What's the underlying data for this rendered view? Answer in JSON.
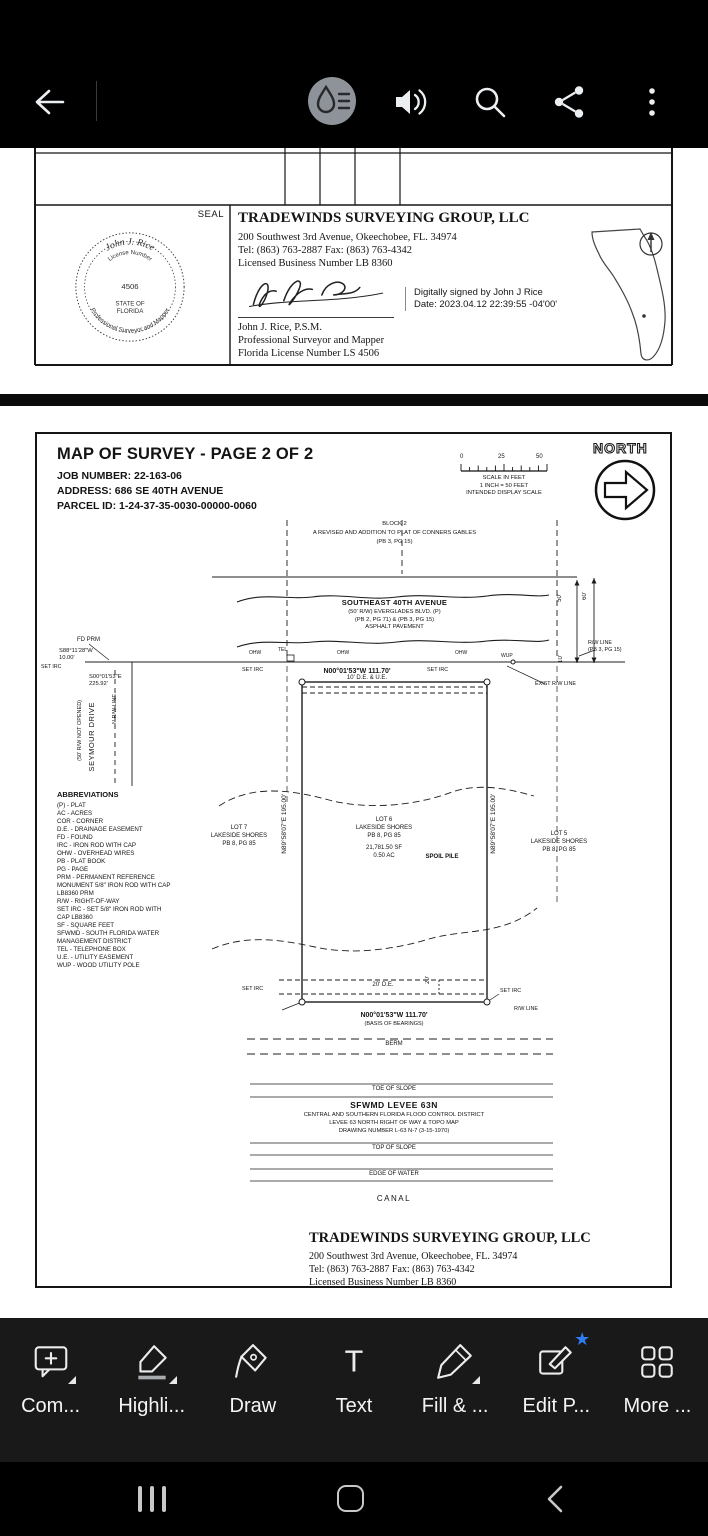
{
  "icons": {
    "back": "arrow-left",
    "liquid_mode": "droplet-with-lines",
    "read_aloud": "speaker-waves",
    "search": "magnifier",
    "share": "share-nodes",
    "overflow": "kebab-dots",
    "recents": "three-bars",
    "home": "rounded-square",
    "nav_back": "chevron-left"
  },
  "page1": {
    "seal_label": "SEAL",
    "seal": {
      "name": "John J. Rice",
      "license_label": "License Number",
      "license_number": "4506",
      "state_1": "STATE OF",
      "state_2": "FLORIDA",
      "ring_bottom": "Professional Surveyor and Mapper"
    },
    "firm": {
      "name": "TRADEWINDS SURVEYING GROUP, LLC",
      "address": "200 Southwest 3rd Avenue, Okeechobee, FL. 34974",
      "phone": "Tel: (863) 763-2887 Fax: (863) 763-4342",
      "license": "Licensed Business Number LB 8360"
    },
    "digital_signature": "Digitally signed by John J Rice\nDate: 2023.04.12 22:39:55 -04'00'",
    "signer": {
      "name": "John J. Rice, P.S.M.",
      "title": "Professional Surveyor and Mapper",
      "license": "Florida License Number LS 4506"
    }
  },
  "page2": {
    "title": "MAP OF SURVEY - PAGE 2 OF 2",
    "job_number": "JOB NUMBER: 22-163-06",
    "address": "ADDRESS: 686 SE 40TH AVENUE",
    "parcel_id": "PARCEL ID: 1-24-37-35-0030-00000-0060",
    "north_label": "NORTH",
    "scale_bar": {
      "tick_0": "0",
      "tick_25": "25",
      "tick_50": "50",
      "caption": "SCALE IN FEET\n1 INCH = 50 FEET\nINTENDED DISPLAY SCALE"
    },
    "map": {
      "block2": "BLOCK 2\nA REVISED AND ADDITION TO PLAT OF CONNERS GABLES\n(PB 3, PG 15)",
      "avenue_title": "SOUTHEAST 40TH AVENUE",
      "avenue_sub": "(50' R/W) EVERGLADES BLVD. (P)\n(PB 2, PG 71) & (PB 3, PG 15)\nASPHALT PAVEMENT",
      "fd_prm": "FD PRM",
      "bearing_west": "S88°11'28\"W\n10.00'",
      "bearing_south": "S00°01'53\"E\n225.92'",
      "set_irc": "SET IRC",
      "ohw": "OHW",
      "tel": "TEL",
      "wup": "WUP",
      "top_bearing": "N00°01'53\"W 111.70'",
      "de_ue": "10' D.E. & U.E.",
      "dim_50": "50'",
      "dim_60": "60'",
      "dim_10": "10'",
      "rw_line_pb": "R/W LINE\n(PB 3, PG 15)",
      "exist_rw": "EXIST R/W LINE",
      "seymour": "SEYMOUR DRIVE",
      "seymour_sub": "(50' R/W NOT OPENED)",
      "n_rw_line": "N R/W LINE",
      "abbrev_title": "ABBREVIATIONS",
      "abbreviations": "(P) - PLAT\nAC - ACRES\nCOR - CORNER\nD.E. - DRAINAGE EASEMENT\nFD - FOUND\nIRC - IRON ROD WITH CAP\nOHW - OVERHEAD WIRES\nPB - PLAT BOOK\nPG - PAGE\nPRM - PERMANENT REFERENCE\nMONUMENT 5/8\" IRON ROD WITH CAP\nLB8360 PRM\nR/W - RIGHT-OF-WAY\nSET IRC - SET 5/8\" IRON ROD WITH\nCAP LB8360\nSF - SQUARE FEET\nSFWMD - SOUTH FLORIDA WATER\nMANAGEMENT DISTRICT\nTEL - TELEPHONE BOX\nU.E. - UTILITY EASEMENT\nWUP - WOOD UTILITY POLE",
      "side_bearing": "N89°58'07\"E 195.00'",
      "lot7": "LOT 7\nLAKESIDE SHORES\nPB 8, PG 85",
      "lot6": "LOT 6\nLAKESIDE SHORES\nPB 8, PG 85",
      "lot6_area": "21,781.50 SF\n0.50 AC",
      "spoil_pile": "SPOIL PILE",
      "lot5": "LOT 5\nLAKESIDE SHORES\nPB 8, PG 85",
      "de_20": "20' D.E.",
      "dim_20": "20'",
      "rw_line": "R/W LINE",
      "bottom_bearing": "N00°01'53\"W 111.70'",
      "basis": "(BASIS OF BEARINGS)",
      "berm": "BERM",
      "toe_of_slope": "TOE OF SLOPE",
      "levee_title": "SFWMD LEVEE 63N",
      "levee_sub": "CENTRAL AND SOUTHERN FLORIDA FLOOD CONTROL DISTRICT\nLEVEE 63 NORTH RIGHT OF WAY & TOPO MAP\nDRAWING NUMBER L-63 N-7 (3-15-1970)",
      "top_of_slope": "TOP OF SLOPE",
      "edge_of_water": "EDGE OF WATER",
      "canal": "CANAL"
    },
    "footer": {
      "name": "TRADEWINDS SURVEYING GROUP, LLC",
      "address": "200 Southwest 3rd Avenue, Okeechobee, FL. 34974",
      "phone": "Tel: (863) 763-2887 Fax: (863) 763-4342",
      "license": "Licensed Business Number LB 8360"
    }
  },
  "toolbar": {
    "text_glyph": "T",
    "star_glyph": "★",
    "items": [
      {
        "label": "Com...",
        "icon": "comment-icon"
      },
      {
        "label": "Highli...",
        "icon": "highlight-icon"
      },
      {
        "label": "Draw",
        "icon": "draw-icon"
      },
      {
        "label": "Text",
        "icon": "text-icon"
      },
      {
        "label": "Fill & ...",
        "icon": "fill-sign-icon"
      },
      {
        "label": "Edit P...",
        "icon": "edit-pdf-icon"
      },
      {
        "label": "More ...",
        "icon": "more-tools-icon"
      }
    ]
  },
  "colors": {
    "accent_blue": "#2f7cf6",
    "toolbar_bg": "#191919",
    "nav_bg": "#000000"
  }
}
